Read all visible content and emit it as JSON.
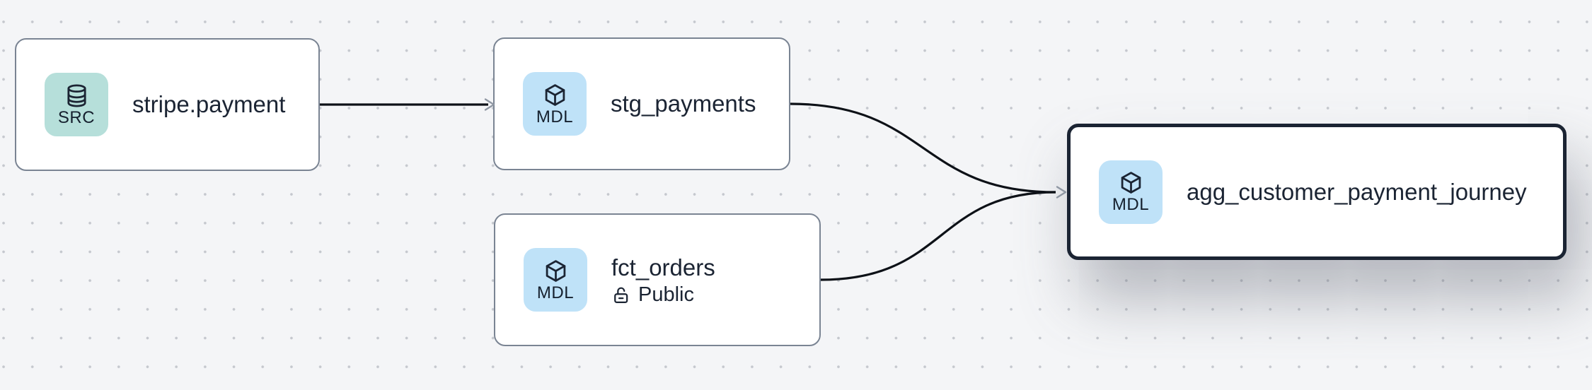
{
  "app": {
    "view": "data-lineage-graph"
  },
  "nodes": [
    {
      "title": "stripe.payment",
      "badge": "SRC",
      "badge_icon": "database-icon",
      "type": "source",
      "selected": false
    },
    {
      "title": "stg_payments",
      "badge": "MDL",
      "badge_icon": "cube-icon",
      "type": "model",
      "selected": false
    },
    {
      "title": "fct_orders",
      "subtitle": "Public",
      "subtitle_icon": "lock-open-icon",
      "badge": "MDL",
      "badge_icon": "cube-icon",
      "type": "model",
      "selected": false
    },
    {
      "title": "agg_customer_payment_journey",
      "badge": "MDL",
      "badge_icon": "cube-icon",
      "type": "model",
      "selected": true
    }
  ],
  "edges": [
    {
      "from": "stripe.payment",
      "to": "stg_payments",
      "shape": "straight"
    },
    {
      "from": "stg_payments",
      "to": "agg_customer_payment_journey",
      "shape": "bezier"
    },
    {
      "from": "fct_orders",
      "to": "agg_customer_payment_journey",
      "shape": "bezier"
    }
  ],
  "colors": {
    "background": "#f4f5f7",
    "grid_dot": "#c5c8ce",
    "node_bg": "#ffffff",
    "node_border": "#7a8493",
    "selected_border": "#1b2433",
    "edge": "#0d1117",
    "arrowhead": "#8f97a3",
    "text": "#1b2433",
    "src_badge_bg": "#b6dfda",
    "mdl_badge_bg": "#bfe2f8"
  }
}
